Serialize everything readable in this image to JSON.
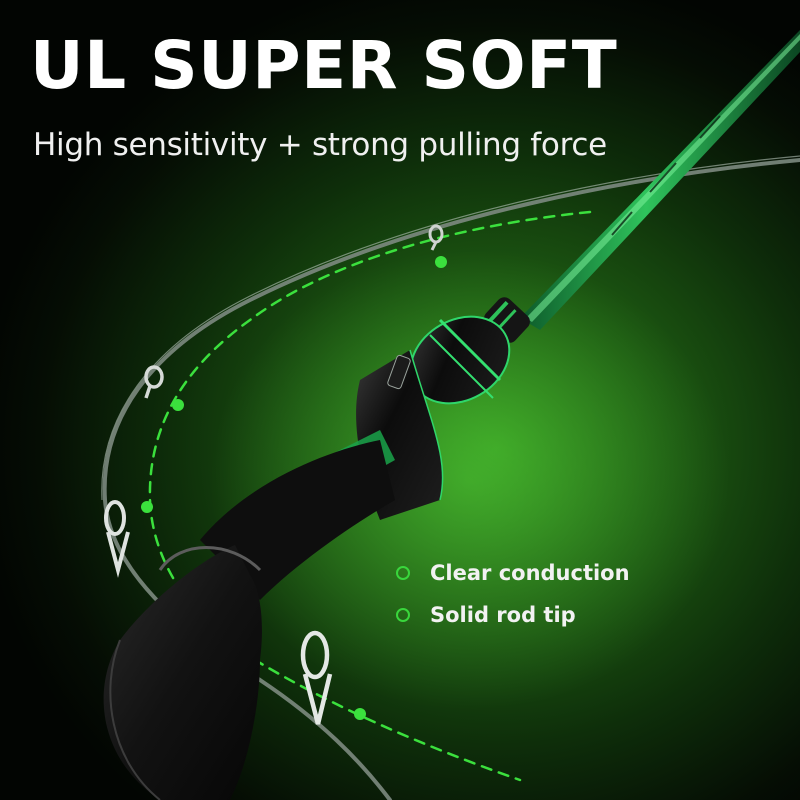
{
  "headline": "UL SUPER SOFT",
  "subheadline": "High sensitivity + strong pulling force",
  "features": [
    {
      "label": "Clear conduction"
    },
    {
      "label": "Solid rod tip"
    }
  ],
  "colors": {
    "background_glow": "#2f8a1c",
    "background_dark": "#050d04",
    "accent_green": "#39d63c",
    "text_white": "#ffffff"
  }
}
